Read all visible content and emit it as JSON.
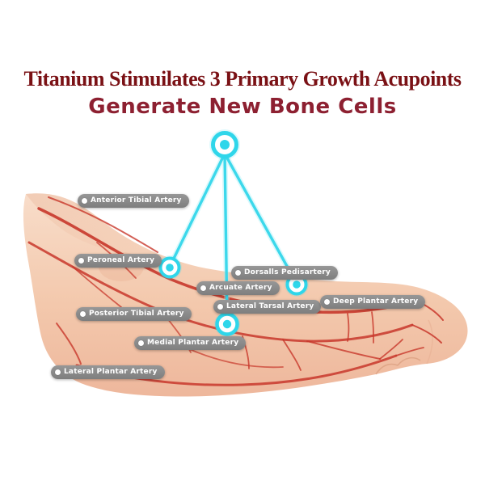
{
  "header": {
    "title": "Titanium Stimuilates 3 Primary Growth Acupoints",
    "subtitle": "Generate New Bone Cells"
  },
  "diagram": {
    "acupoint_count": "3",
    "labels": [
      {
        "text": "Anterior Tibial Artery"
      },
      {
        "text": "Peroneal Artery"
      },
      {
        "text": "Dorsalls Pedisartery"
      },
      {
        "text": "Arcuate Artery"
      },
      {
        "text": "Lateral Tarsal Artery"
      },
      {
        "text": "Deep Plantar Artery"
      },
      {
        "text": "Posterior Tibial Artery"
      },
      {
        "text": "Medial Plantar Artery"
      },
      {
        "text": "Lateral Plantar Artery"
      }
    ]
  },
  "colors": {
    "title_maroon": "#7a1115",
    "subtitle_maroon": "#8d2031",
    "accent_cyan": "#2fd6ea",
    "label_gray": "#868686",
    "artery_red": "#c8372b",
    "skin_light": "#f8ddca",
    "skin_dark": "#eeb79c"
  }
}
